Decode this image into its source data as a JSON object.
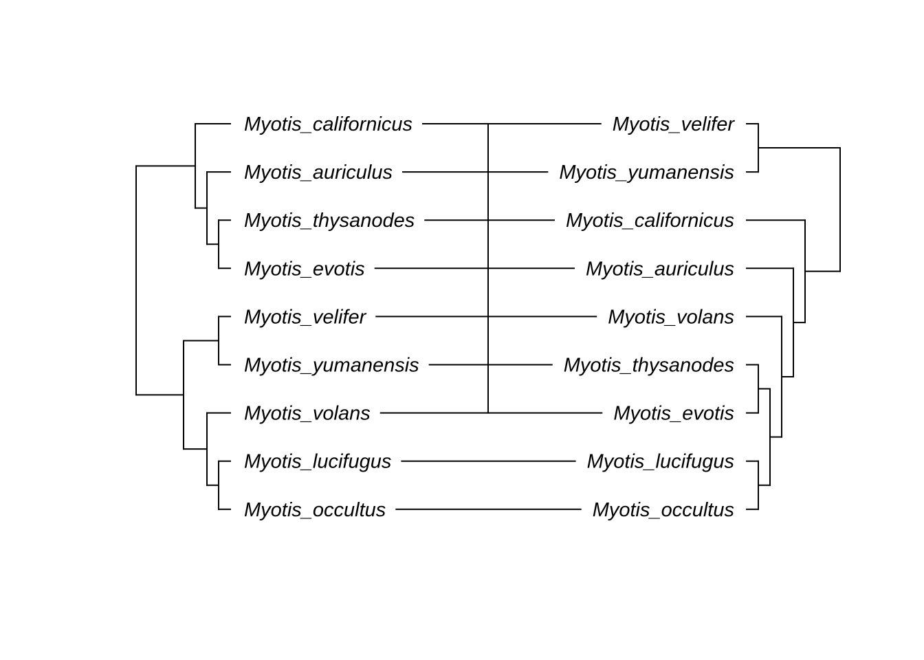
{
  "chart_data": {
    "type": "tanglegram",
    "title": "",
    "left_tree": {
      "tips": [
        "Myotis_californicus",
        "Myotis_auriculus",
        "Myotis_thysanodes",
        "Myotis_evotis",
        "Myotis_velifer",
        "Myotis_yumanensis",
        "Myotis_volans",
        "Myotis_lucifugus",
        "Myotis_occultus"
      ],
      "newick": "((Myotis_californicus,(Myotis_auriculus,(Myotis_thysanodes,Myotis_evotis))),((Myotis_velifer,Myotis_yumanensis),(Myotis_volans,(Myotis_lucifugus,Myotis_occultus))));"
    },
    "right_tree": {
      "tips": [
        "Myotis_velifer",
        "Myotis_yumanensis",
        "Myotis_californicus",
        "Myotis_auriculus",
        "Myotis_volans",
        "Myotis_thysanodes",
        "Myotis_evotis",
        "Myotis_lucifugus",
        "Myotis_occultus"
      ],
      "newick": "((Myotis_velifer,Myotis_yumanensis),(Myotis_californicus,(Myotis_auriculus,(Myotis_volans,((Myotis_thysanodes,Myotis_evotis),(Myotis_lucifugus,Myotis_occultus))))));"
    },
    "associations": [
      [
        "Myotis_californicus",
        "Myotis_californicus"
      ],
      [
        "Myotis_auriculus",
        "Myotis_auriculus"
      ],
      [
        "Myotis_thysanodes",
        "Myotis_thysanodes"
      ],
      [
        "Myotis_evotis",
        "Myotis_evotis"
      ],
      [
        "Myotis_velifer",
        "Myotis_velifer"
      ],
      [
        "Myotis_yumanensis",
        "Myotis_yumanensis"
      ],
      [
        "Myotis_volans",
        "Myotis_volans"
      ],
      [
        "Myotis_lucifugus",
        "Myotis_lucifugus"
      ],
      [
        "Myotis_occultus",
        "Myotis_occultus"
      ]
    ],
    "line_color": "#000000"
  }
}
